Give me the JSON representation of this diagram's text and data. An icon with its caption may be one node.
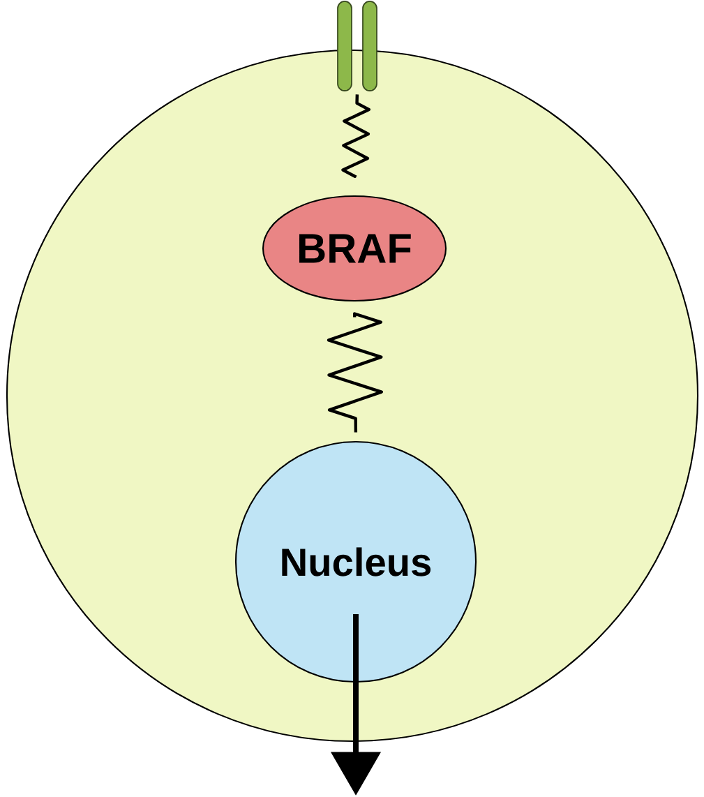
{
  "diagram": {
    "nodes": [
      {
        "text": [],
        "shape": "circle"
      },
      {
        "text": [],
        "shape": "bar"
      },
      {
        "text": [
          "BRAF"
        ],
        "in": 0
      },
      {
        "text": [
          "Nucleus"
        ],
        "in": 0
      }
    ],
    "edges": [
      {
        "from": 1,
        "to": 2,
        "arrow": "none"
      },
      {
        "from": 2,
        "to": 3,
        "arrow": "none"
      },
      {
        "from": 3,
        "to": null,
        "arrow": "to",
        "style": "thick"
      }
    ]
  }
}
